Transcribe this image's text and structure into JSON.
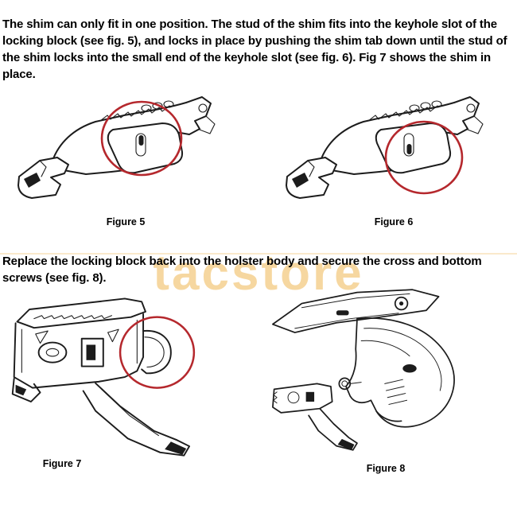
{
  "document": {
    "paragraph1": "The shim can only fit in one position. The stud of the shim fits into the keyhole slot of the locking block (see fig. 5), and locks in place by pushing the shim tab down until the stud of the shim locks into the small end of the keyhole slot (see fig. 6). Fig 7 shows the shim in place.",
    "paragraph2": "Replace the locking block back into the holster body and secure the cross and bottom screws (see fig. 8).",
    "watermark": "tacstore",
    "figures": {
      "fig5": {
        "caption": "Figure 5"
      },
      "fig6": {
        "caption": "Figure 6"
      },
      "fig7": {
        "caption": "Figure 7"
      },
      "fig8": {
        "caption": "Figure 8"
      }
    },
    "colors": {
      "annotation_red": "#b5282d",
      "watermark_tan": "#f6d7a0",
      "line_art": "#1c1c1c"
    }
  }
}
